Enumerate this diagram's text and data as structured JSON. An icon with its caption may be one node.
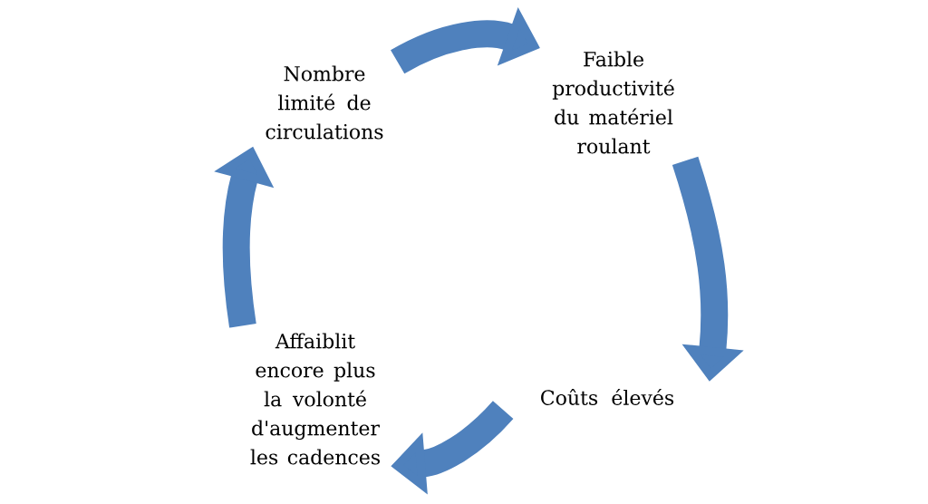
{
  "diagram": {
    "nodes": [
      {
        "text": [
          "Nombre limité de circulations"
        ]
      },
      {
        "text": [
          "Faible productivité du matériel roulant"
        ]
      },
      {
        "text": [
          "Coûts élevés"
        ]
      },
      {
        "text": [
          "Affaiblit encore plus la volonté d'augmenter les cadences"
        ]
      }
    ],
    "edges": [
      {
        "from": 0,
        "to": 1,
        "arrow": "to"
      },
      {
        "from": 1,
        "to": 2,
        "arrow": "to"
      },
      {
        "from": 2,
        "to": 3,
        "arrow": "to"
      },
      {
        "from": 3,
        "to": 0,
        "arrow": "to"
      }
    ]
  }
}
